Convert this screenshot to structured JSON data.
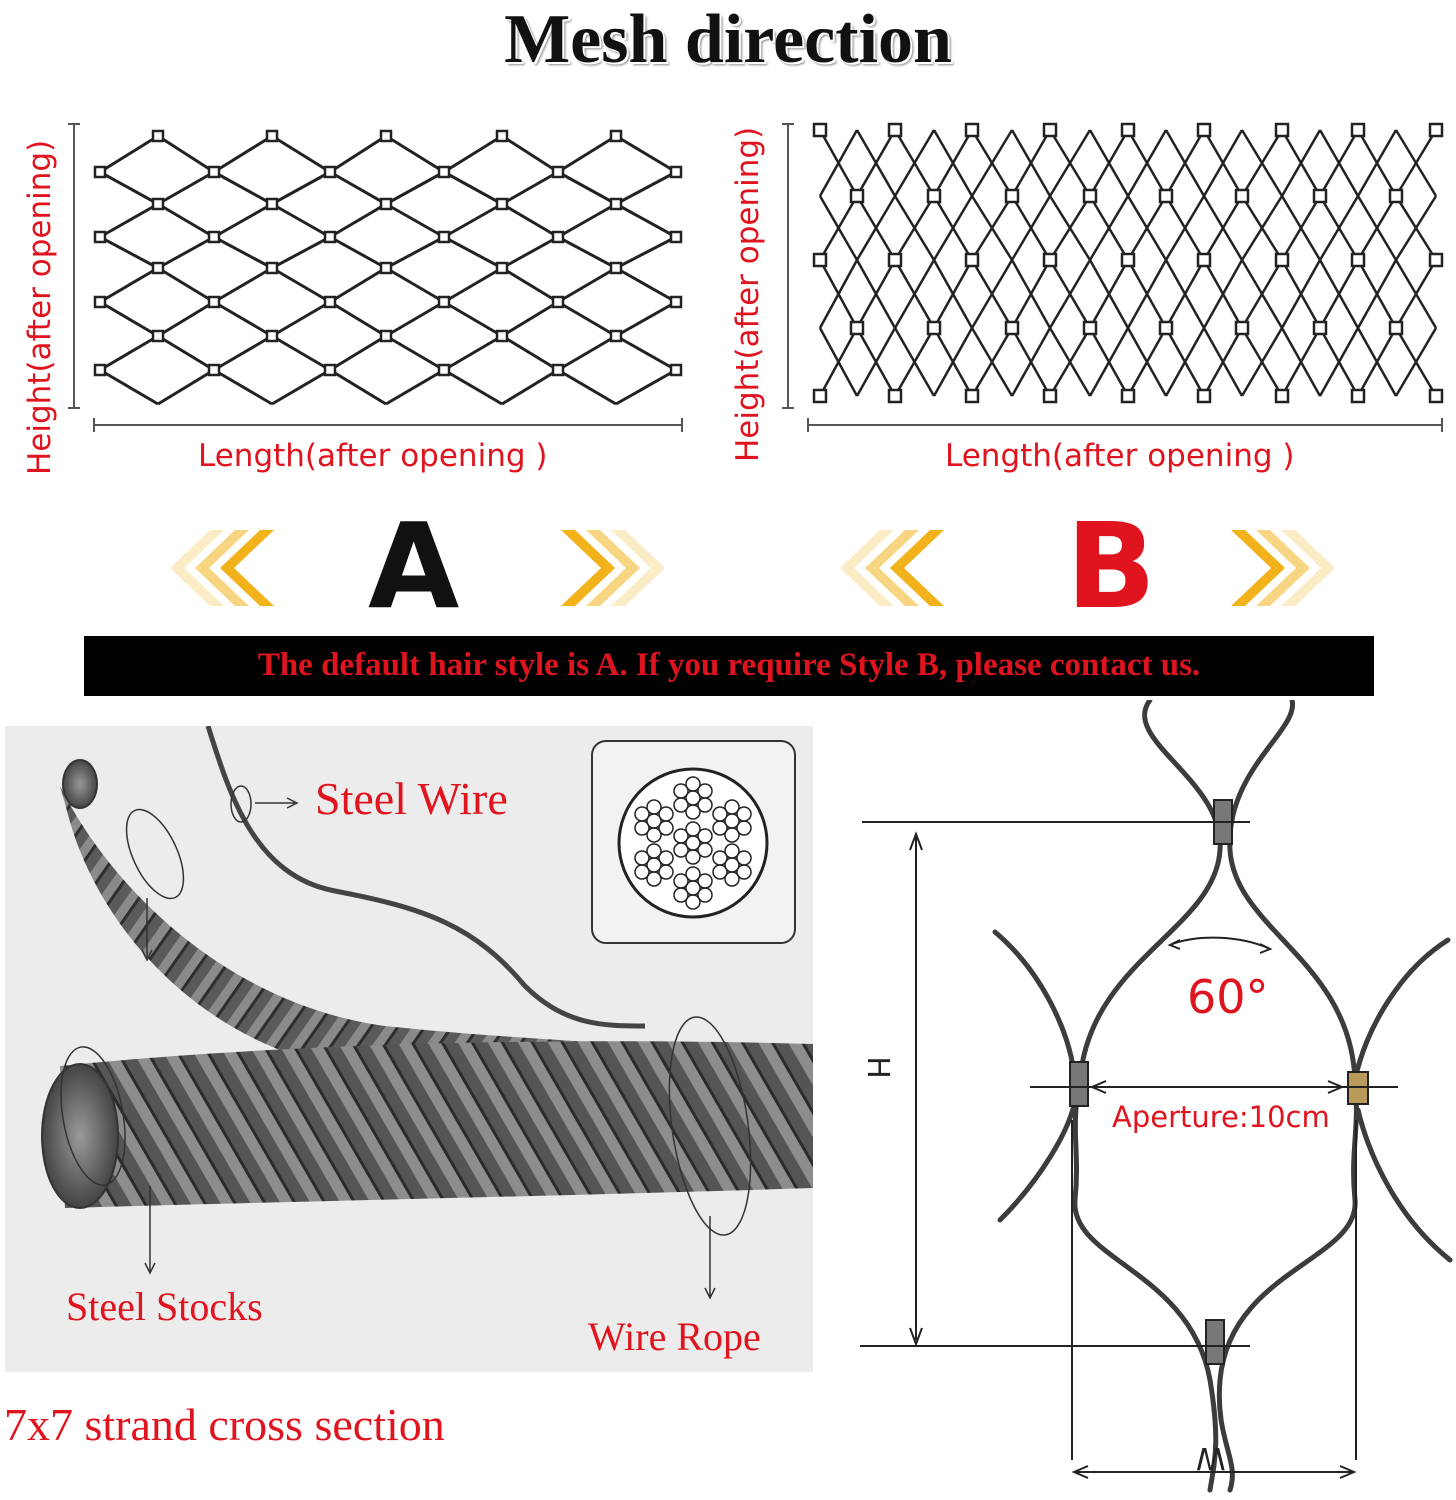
{
  "title": "Mesh direction",
  "panel_a": {
    "height_label": "Height(after opening)",
    "length_label": "Length(after opening )",
    "letter": "A"
  },
  "panel_b": {
    "height_label": "Height(after opening)",
    "length_label": "Length(after opening )",
    "letter": "B"
  },
  "banner": "The default hair style is A. If you require Style B, please contact us.",
  "rope": {
    "steel_wire_label": "Steel Wire",
    "steel_stocks_label": "Steel Stocks",
    "wire_rope_label": "Wire Rope"
  },
  "strand_caption": "7x7 strand cross section",
  "aperture_diagram": {
    "angle_label": "60°",
    "aperture_label": "Aperture:10cm",
    "height_symbol": "H",
    "width_symbol": "W"
  },
  "colors": {
    "accent_red": "#e0141e",
    "chevron_gold": "#f2b21c",
    "banner_bg": "#000000"
  }
}
